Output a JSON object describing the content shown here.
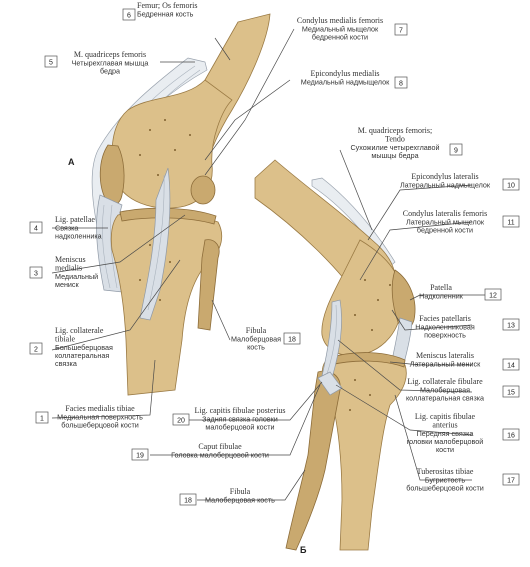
{
  "panels": {
    "a": "A",
    "b": "Б"
  },
  "labels": [
    {
      "id": "femur",
      "number": "6",
      "latin": [
        "Femur; Os femoris"
      ],
      "russian": [
        "Бедренная кость"
      ]
    },
    {
      "id": "condylus-medialis-femoris",
      "number": "7",
      "latin": [
        "Condylus medialis femoris"
      ],
      "russian": [
        "Медиальный мыщелок",
        "бедренной кости"
      ]
    },
    {
      "id": "m-quadriceps-a",
      "number": "5",
      "latin": [
        "M. quadriceps femoris"
      ],
      "russian": [
        "Четырехглавая мышца",
        "бедра"
      ]
    },
    {
      "id": "epicondylus-medialis",
      "number": "8",
      "latin": [
        "Epicondylus medialis"
      ],
      "russian": [
        "Медиальный надмыщелок"
      ]
    },
    {
      "id": "tendo-quadriceps",
      "number": "9",
      "latin": [
        "M. quadriceps femoris;",
        "Tendo"
      ],
      "russian": [
        "Сухожилие четырехглавой",
        "мышцы бедра"
      ]
    },
    {
      "id": "epicondylus-lateralis",
      "number": "10",
      "latin": [
        "Epicondylus lateralis"
      ],
      "russian": [
        "Латеральный надмыщелок"
      ]
    },
    {
      "id": "condylus-lateralis-femoris",
      "number": "11",
      "latin": [
        "Condylus lateralis femoris"
      ],
      "russian": [
        "Латеральный мыщелок",
        "бедренной кости"
      ]
    },
    {
      "id": "lig-patellae",
      "number": "4",
      "latin": [
        "Lig. patellae"
      ],
      "russian": [
        "Связка",
        "надколенника"
      ]
    },
    {
      "id": "patella",
      "number": "12",
      "latin": [
        "Patella"
      ],
      "russian": [
        "Надколенник"
      ]
    },
    {
      "id": "meniscus-medialis",
      "number": "3",
      "latin": [
        "Meniscus",
        "medialis"
      ],
      "russian": [
        "Медиальный",
        "мениск"
      ]
    },
    {
      "id": "facies-patellaris",
      "number": "13",
      "latin": [
        "Facies patellaris"
      ],
      "russian": [
        "Надколенниковая",
        "поверхность"
      ]
    },
    {
      "id": "fibula-a",
      "number": "18",
      "latin": [
        "Fibula"
      ],
      "russian": [
        "Малоберцовая",
        "кость"
      ]
    },
    {
      "id": "lig-collaterale-tibiale",
      "number": "2",
      "latin": [
        "Lig. collaterale",
        "tibiale"
      ],
      "russian": [
        "Большеберцовая",
        "коллатеральная",
        "связка"
      ]
    },
    {
      "id": "meniscus-lateralis",
      "number": "14",
      "latin": [
        "Meniscus lateralis"
      ],
      "russian": [
        "Латеральный мениск"
      ]
    },
    {
      "id": "lig-collaterale-fibulare",
      "number": "15",
      "latin": [
        "Lig. collaterale fibulare"
      ],
      "russian": [
        "Малоберцовая",
        "коллатеральная связка"
      ]
    },
    {
      "id": "facies-medialis-tibiae",
      "number": "1",
      "latin": [
        "Facies medialis tibiae"
      ],
      "russian": [
        "Медиальная поверхность",
        "большеберцовой кости"
      ]
    },
    {
      "id": "lig-capitis-fibulae-posterius",
      "number": "20",
      "latin": [
        "Lig. capitis fibulae posterius"
      ],
      "russian": [
        "Задняя связка головки",
        "малоберцовой кости"
      ]
    },
    {
      "id": "lig-capitis-fibulae-anterius",
      "number": "16",
      "latin": [
        "Lig. capitis fibulae",
        "anterius"
      ],
      "russian": [
        "Передняя связка",
        "головки малоберцовой",
        "кости"
      ]
    },
    {
      "id": "caput-fibulae",
      "number": "19",
      "latin": [
        "Caput fibulae"
      ],
      "russian": [
        "Головка малоберцовой кости"
      ]
    },
    {
      "id": "tuberositas-tibiae",
      "number": "17",
      "latin": [
        "Tuberositas tibiae"
      ],
      "russian": [
        "Бугристость",
        "большеберцовой кости"
      ]
    },
    {
      "id": "fibula-b",
      "number": "18",
      "latin": [
        "Fibula"
      ],
      "russian": [
        "Малоберцовая кость"
      ]
    }
  ]
}
